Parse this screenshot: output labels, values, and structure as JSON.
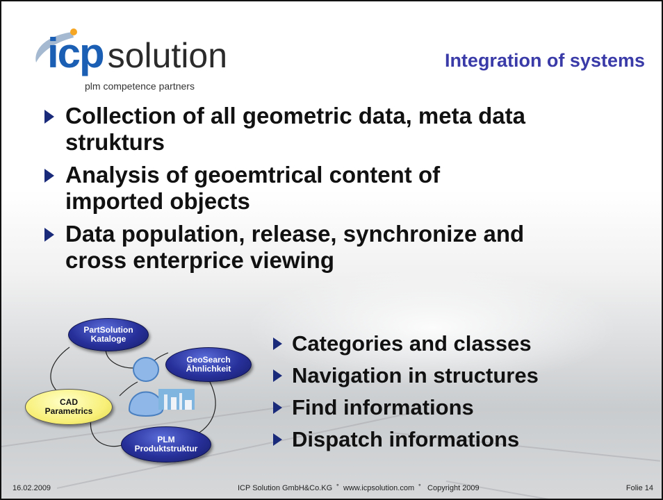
{
  "logo": {
    "brand_bold": "icp",
    "brand_light": "solution",
    "tagline": "plm competence partners"
  },
  "title": "Integration of systems",
  "bullets": [
    {
      "line1": "Collection of all geometric data, meta data",
      "line2": "strukturs"
    },
    {
      "line1": "Analysis of geoemtrical content of",
      "line2": "imported objects"
    },
    {
      "line1": "Data population, release, synchronize and",
      "line2": "cross enterprice viewing"
    }
  ],
  "sub_bullets": [
    "Categories and classes",
    "Navigation in structures",
    "Find informations",
    "Dispatch informations"
  ],
  "diagram": {
    "partsolution": {
      "line1": "PartSolution",
      "line2": "Kataloge"
    },
    "geosearch": {
      "line1": "GeoSearch",
      "line2": "Ähnlichkeit"
    },
    "cad": {
      "line1": "CAD",
      "line2": "Parametrics"
    },
    "plm": {
      "line1": "PLM",
      "line2": "Produktstruktur"
    }
  },
  "footer": {
    "date": "16.02.2009",
    "center": "ICP Solution GmbH&Co.KG  ˚  www.icpsolution.com  ˚   Copyright 2009",
    "page": "Folie 14"
  },
  "colors": {
    "title": "#3a3aa8",
    "bullet": "#1a2a7a",
    "logo_blue": "#1a5fb4",
    "ellipse_blue": "#27309a",
    "ellipse_yellow": "#f8f07a"
  }
}
